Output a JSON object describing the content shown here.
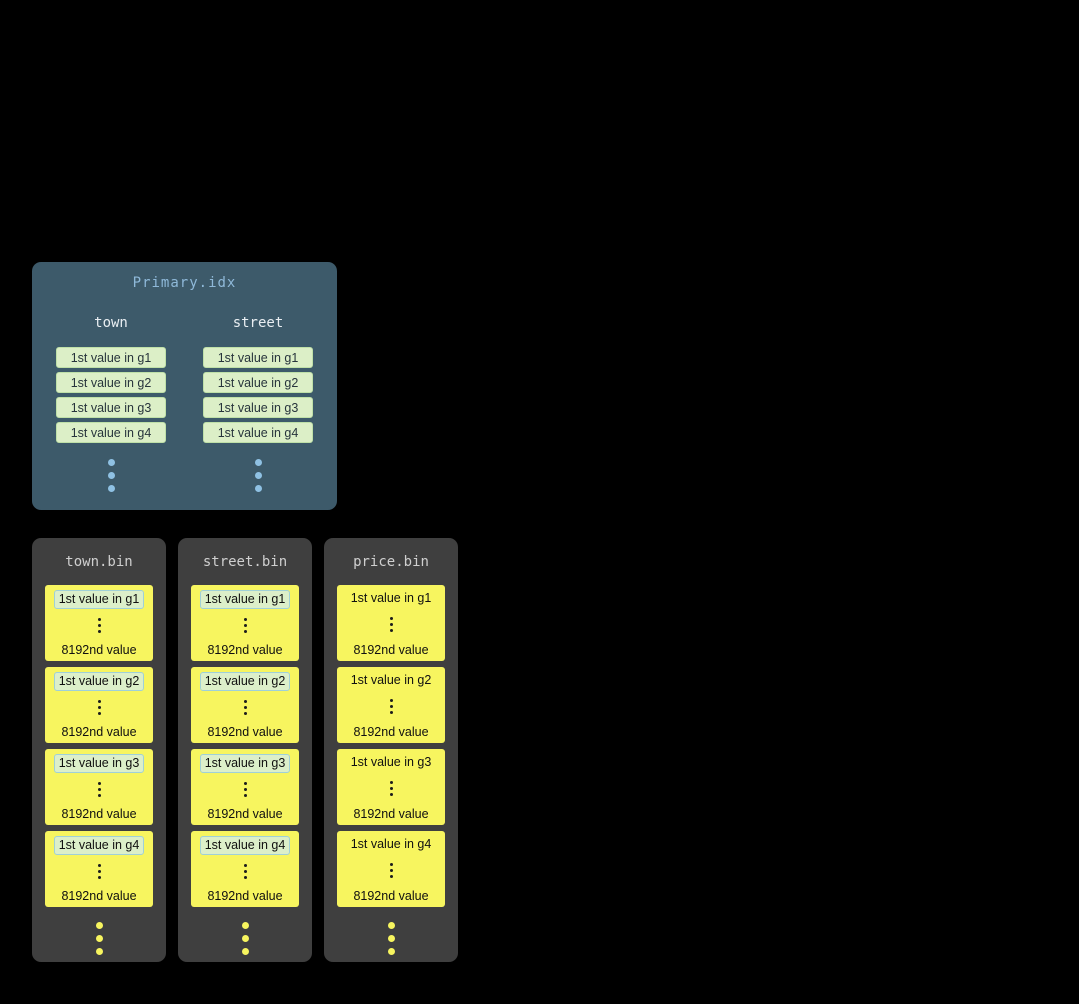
{
  "primary_index": {
    "title": "Primary.idx",
    "columns": [
      {
        "name": "town",
        "values": [
          "1st value in g1",
          "1st value in g2",
          "1st value in g3",
          "1st value in g4"
        ]
      },
      {
        "name": "street",
        "values": [
          "1st value in g1",
          "1st value in g2",
          "1st value in g3",
          "1st value in g4"
        ]
      }
    ]
  },
  "bin_files": [
    {
      "title": "town.bin",
      "first_value_highlighted": true,
      "granules": [
        {
          "first": "1st value in g1",
          "last": "8192nd value"
        },
        {
          "first": "1st value in g2",
          "last": "8192nd value"
        },
        {
          "first": "1st value in g3",
          "last": "8192nd value"
        },
        {
          "first": "1st value in g4",
          "last": "8192nd value"
        }
      ]
    },
    {
      "title": "street.bin",
      "first_value_highlighted": true,
      "granules": [
        {
          "first": "1st value in g1",
          "last": "8192nd value"
        },
        {
          "first": "1st value in g2",
          "last": "8192nd value"
        },
        {
          "first": "1st value in g3",
          "last": "8192nd value"
        },
        {
          "first": "1st value in g4",
          "last": "8192nd value"
        }
      ]
    },
    {
      "title": "price.bin",
      "first_value_highlighted": false,
      "granules": [
        {
          "first": "1st value in g1",
          "last": "8192nd value"
        },
        {
          "first": "1st value in g2",
          "last": "8192nd value"
        },
        {
          "first": "1st value in g3",
          "last": "8192nd value"
        },
        {
          "first": "1st value in g4",
          "last": "8192nd value"
        }
      ]
    }
  ],
  "colors": {
    "page_background": "#000000",
    "primary_panel": "#3d5a6a",
    "primary_title_text": "#8fb9d9",
    "index_value_box": "#dcefc7",
    "bin_panel": "#3f3f3f",
    "granule_block": "#f7f55f",
    "highlight_border": "#9fd0d8",
    "dot_blue": "#8fc1e3"
  }
}
